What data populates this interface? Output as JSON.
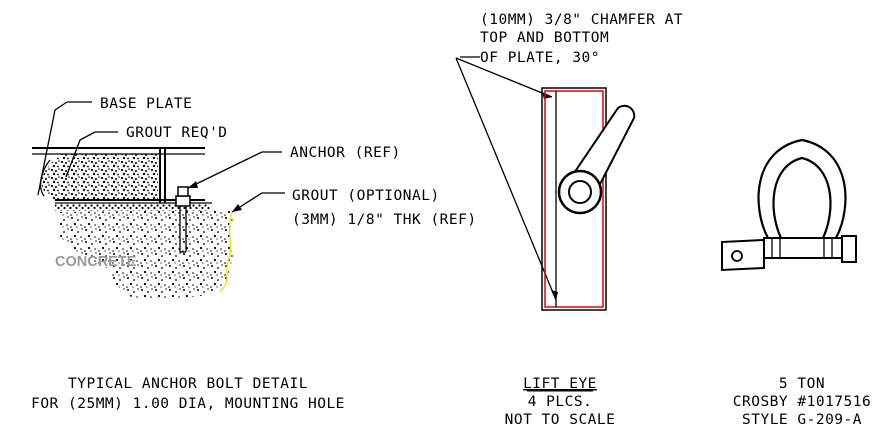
{
  "anchor_detail": {
    "labels": {
      "base_plate": "BASE PLATE",
      "grout_reqd": "GROUT REQ'D",
      "anchor_ref": "ANCHOR (REF)",
      "grout_optional": "GROUT (OPTIONAL)",
      "grout_thk": "(3MM) 1/8\" THK (REF)",
      "concrete": "CONCRETE"
    },
    "caption": {
      "line1": "TYPICAL ANCHOR BOLT DETAIL",
      "line2": "FOR (25MM) 1.00 DIA, MOUNTING HOLE"
    }
  },
  "lift_eye": {
    "chamfer_note": {
      "line1": "(10MM) 3/8\" CHAMFER AT",
      "line2": "TOP AND BOTTOM",
      "line3": "OF PLATE, 30°"
    },
    "caption": {
      "title": "LIFT EYE",
      "line2": "4 PLCS.",
      "line3": "NOT TO SCALE"
    }
  },
  "shackle": {
    "caption": {
      "line1": "5 TON",
      "line2": "CROSBY #1017516",
      "line3": "STYLE G-209-A"
    }
  },
  "colors": {
    "line": "#000000",
    "chamfer_highlight": "#e60000",
    "concrete_label": "#999999",
    "concrete_edge": "#e6e600"
  }
}
